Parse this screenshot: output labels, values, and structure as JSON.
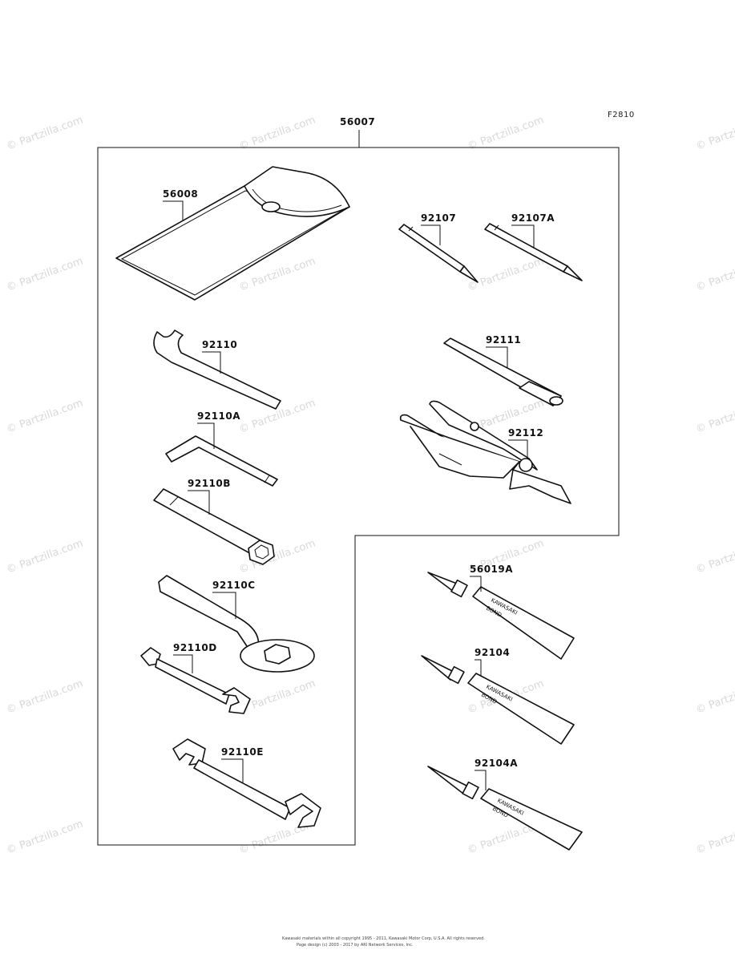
{
  "figure_code": "F2810",
  "watermark": "© Partzilla.com",
  "tube_brand": "KAWASAKI",
  "tube_text": "BOND",
  "parts": [
    {
      "id": "56007",
      "label": "56007"
    },
    {
      "id": "56008",
      "label": "56008"
    },
    {
      "id": "92107",
      "label": "92107"
    },
    {
      "id": "92107A",
      "label": "92107A"
    },
    {
      "id": "92110",
      "label": "92110"
    },
    {
      "id": "92111",
      "label": "92111"
    },
    {
      "id": "92110A",
      "label": "92110A"
    },
    {
      "id": "92112",
      "label": "92112"
    },
    {
      "id": "92110B",
      "label": "92110B"
    },
    {
      "id": "56019A",
      "label": "56019A"
    },
    {
      "id": "92110C",
      "label": "92110C"
    },
    {
      "id": "92104",
      "label": "92104"
    },
    {
      "id": "92110D",
      "label": "92110D"
    },
    {
      "id": "92104A",
      "label": "92104A"
    },
    {
      "id": "92110E",
      "label": "92110E"
    }
  ],
  "footer": {
    "line1": "Kawasaki materials within all copyright 1995 - 2011, Kawasaki Motor Corp, U.S.A. All rights reserved.",
    "line2": "Page design (c) 2003 - 2017 by ARI Network Services, Inc."
  }
}
